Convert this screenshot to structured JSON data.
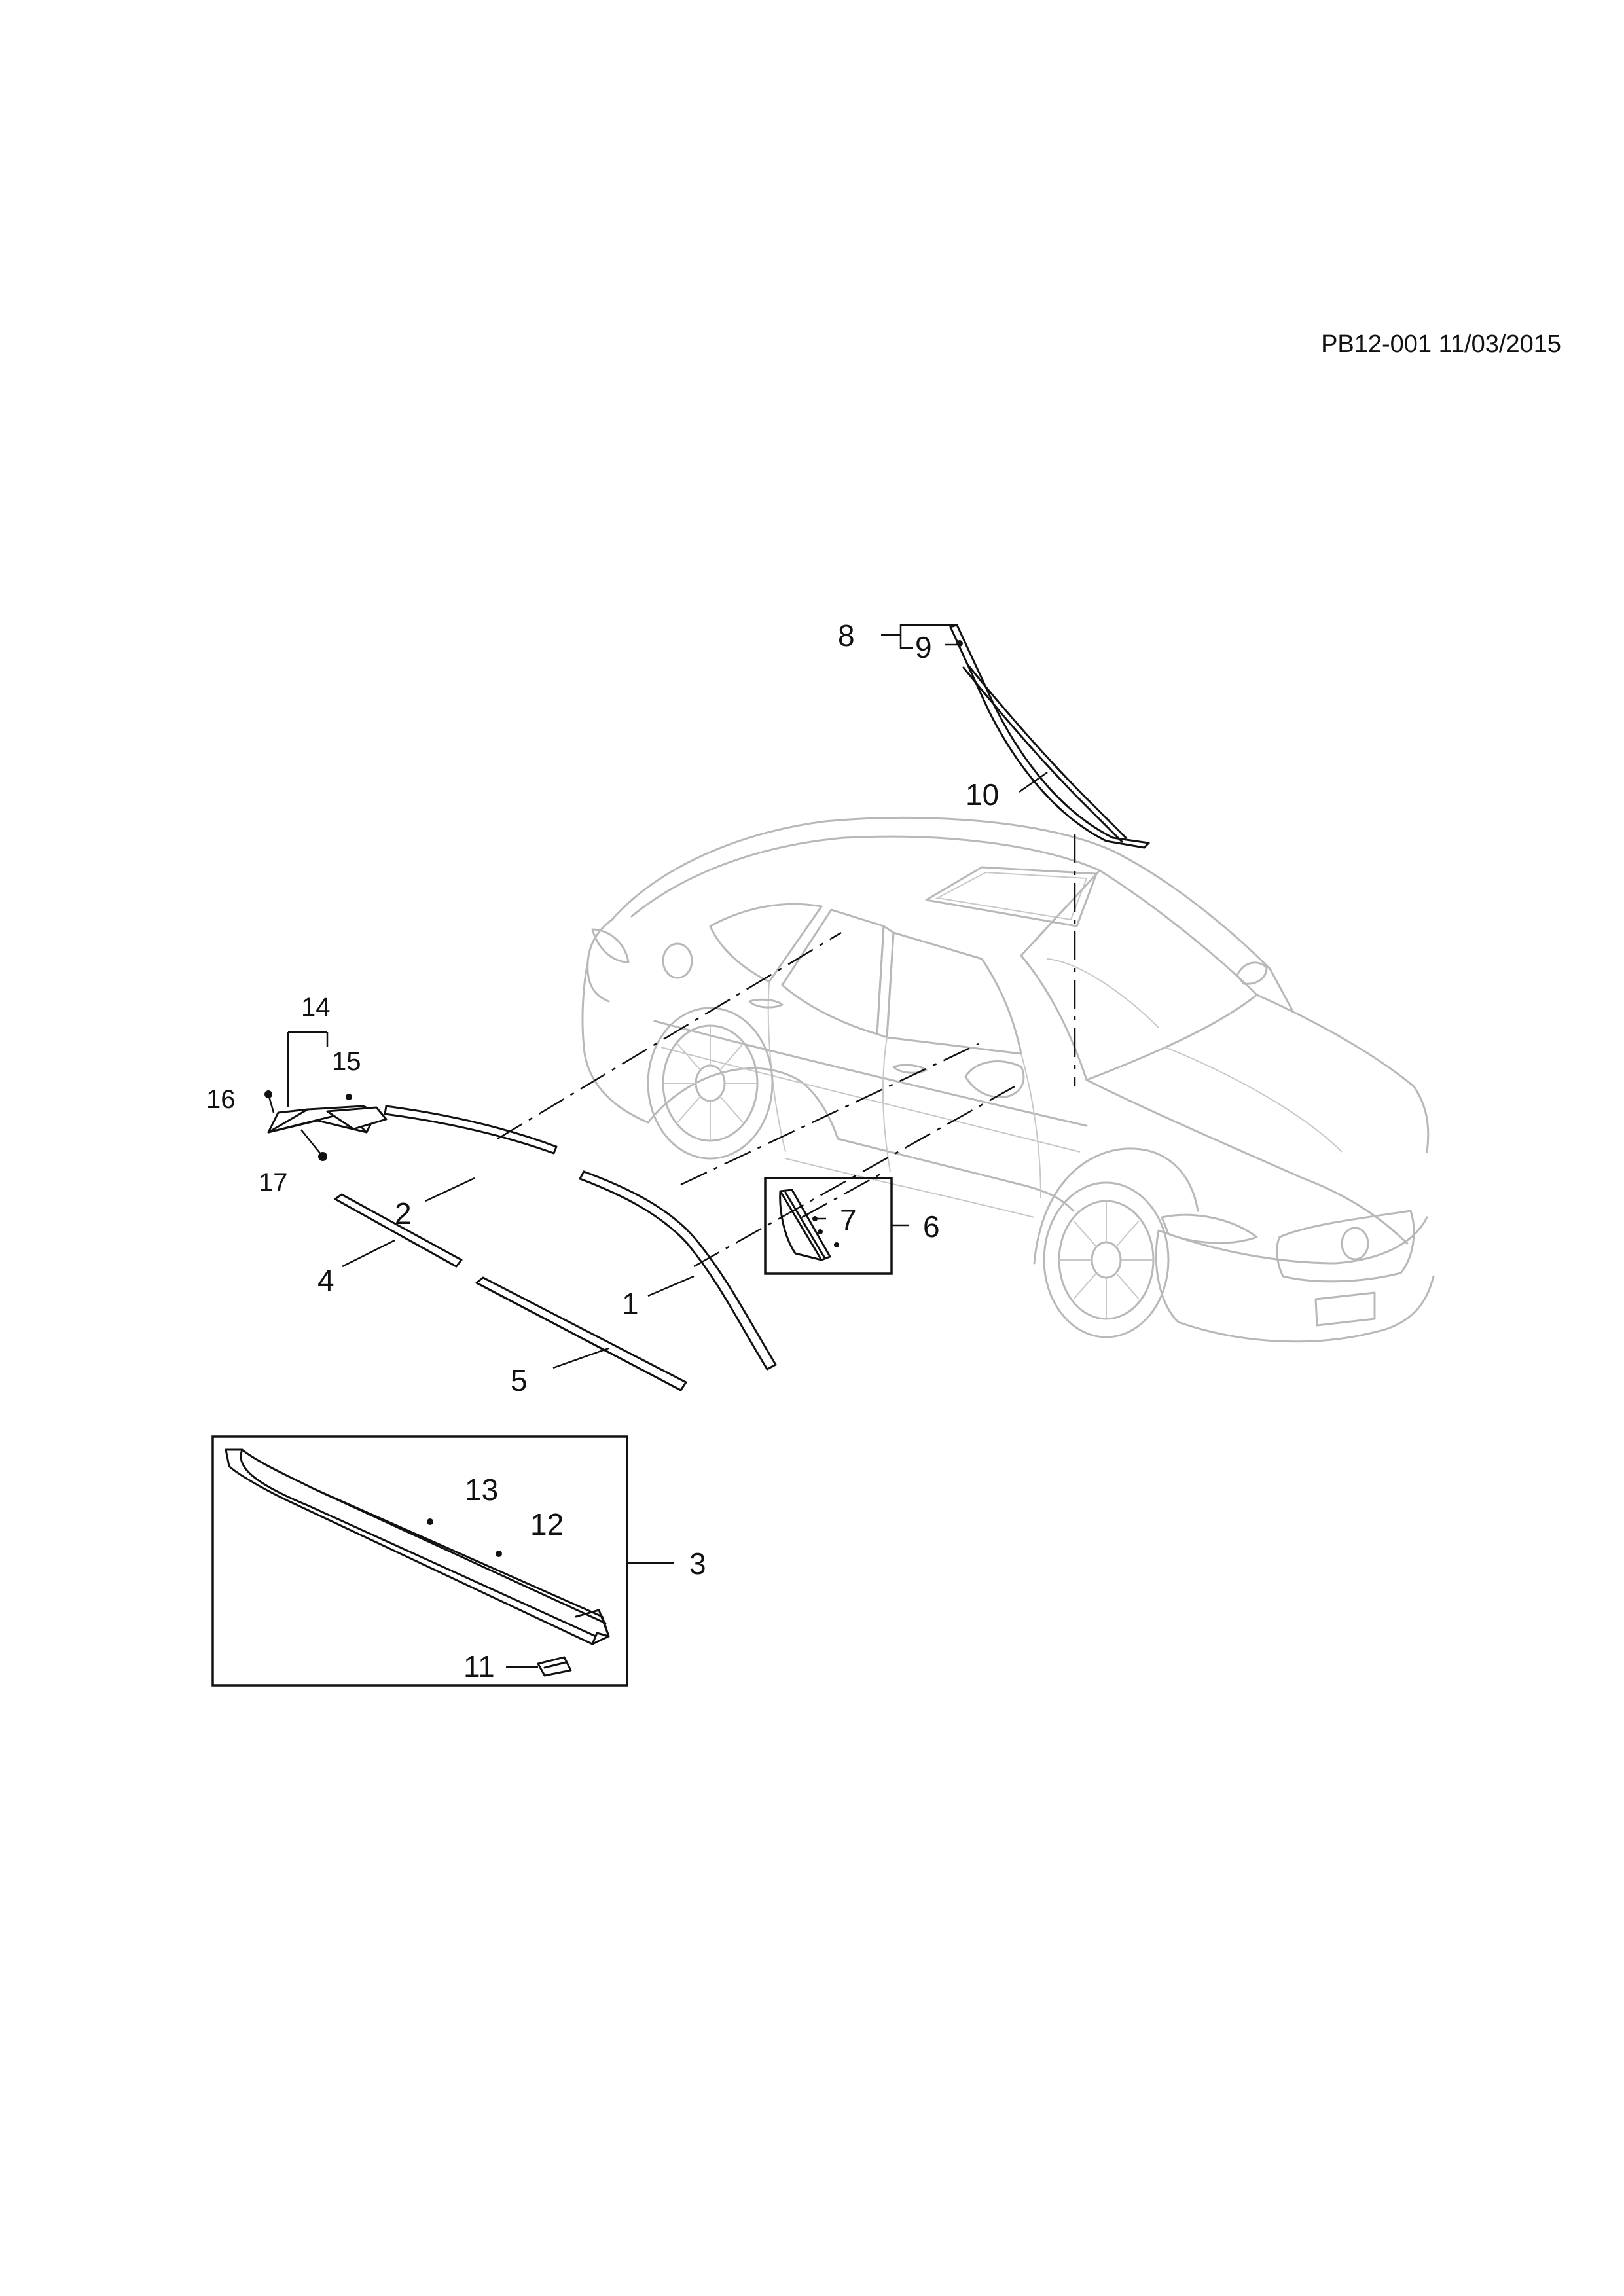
{
  "document": {
    "reference": "PB12-001 11/03/2015"
  },
  "callouts": [
    {
      "id": "1",
      "label": "1"
    },
    {
      "id": "2",
      "label": "2"
    },
    {
      "id": "3",
      "label": "3"
    },
    {
      "id": "4",
      "label": "4"
    },
    {
      "id": "5",
      "label": "5"
    },
    {
      "id": "6",
      "label": "6"
    },
    {
      "id": "7",
      "label": "7"
    },
    {
      "id": "8",
      "label": "8"
    },
    {
      "id": "9",
      "label": "9"
    },
    {
      "id": "10",
      "label": "10"
    },
    {
      "id": "11",
      "label": "11"
    },
    {
      "id": "12",
      "label": "12"
    },
    {
      "id": "13",
      "label": "13"
    },
    {
      "id": "14",
      "label": "14"
    },
    {
      "id": "15",
      "label": "15"
    },
    {
      "id": "16",
      "label": "16"
    },
    {
      "id": "17",
      "label": "17"
    }
  ]
}
